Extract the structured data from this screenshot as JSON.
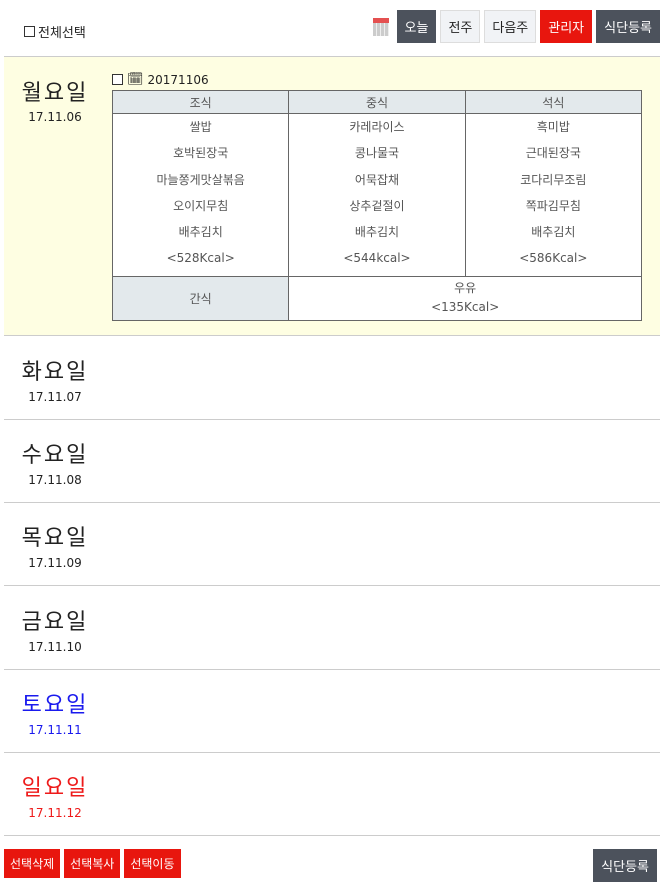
{
  "header": {
    "select_all": "전체선택",
    "buttons": {
      "today": "오늘",
      "prev_week": "전주",
      "next_week": "다음주",
      "admin": "관리자",
      "register": "식단등록"
    }
  },
  "monday": {
    "day": "월요일",
    "date": "17.11.06",
    "meal_date": "20171106",
    "columns": [
      "조식",
      "중식",
      "석식"
    ],
    "meals": [
      {
        "items": [
          "쌀밥",
          "호박된장국",
          "마늘쫑게맛살볶음",
          "오이지무침",
          "배추김치"
        ],
        "kcal": "<528Kcal>"
      },
      {
        "items": [
          "카레라이스",
          "콩나물국",
          "어묵잡채",
          "상추겉절이",
          "배추김치"
        ],
        "kcal": "<544kcal>"
      },
      {
        "items": [
          "흑미밥",
          "근대된장국",
          "코다리무조림",
          "쪽파김무침",
          "배추김치"
        ],
        "kcal": "<586Kcal>"
      }
    ],
    "snack_label": "간식",
    "snack": "우유",
    "snack_kcal": "<135Kcal>"
  },
  "days": [
    {
      "day": "화요일",
      "date": "17.11.07"
    },
    {
      "day": "수요일",
      "date": "17.11.08"
    },
    {
      "day": "목요일",
      "date": "17.11.09"
    },
    {
      "day": "금요일",
      "date": "17.11.10"
    },
    {
      "day": "토요일",
      "date": "17.11.11"
    },
    {
      "day": "일요일",
      "date": "17.11.12"
    }
  ],
  "footer": {
    "delete": "선택삭제",
    "copy": "선택복사",
    "move": "선택이동",
    "register": "식단등록"
  }
}
